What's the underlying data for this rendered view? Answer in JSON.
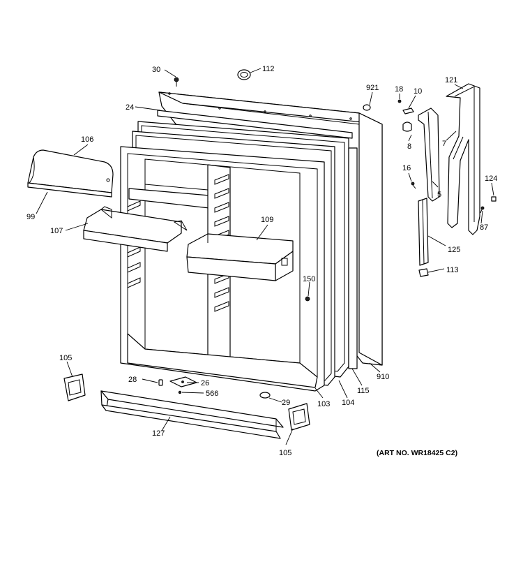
{
  "diagram": {
    "art_number": "(ART NO. WR18425 C2)",
    "callouts": {
      "c30": "30",
      "c112": "112",
      "c921": "921",
      "c18": "18",
      "c10": "10",
      "c121": "121",
      "c24": "24",
      "c106": "106",
      "c8": "8",
      "c7": "7",
      "c16": "16",
      "c5": "5",
      "c124": "124",
      "c99": "99",
      "c87": "87",
      "c107": "107",
      "c109": "109",
      "c125": "125",
      "c113": "113",
      "c150": "150",
      "c105a": "105",
      "c28": "28",
      "c26": "26",
      "c566": "566",
      "c29": "29",
      "c103": "103",
      "c104": "104",
      "c115": "115",
      "c910": "910",
      "c127": "127",
      "c105b": "105"
    }
  }
}
